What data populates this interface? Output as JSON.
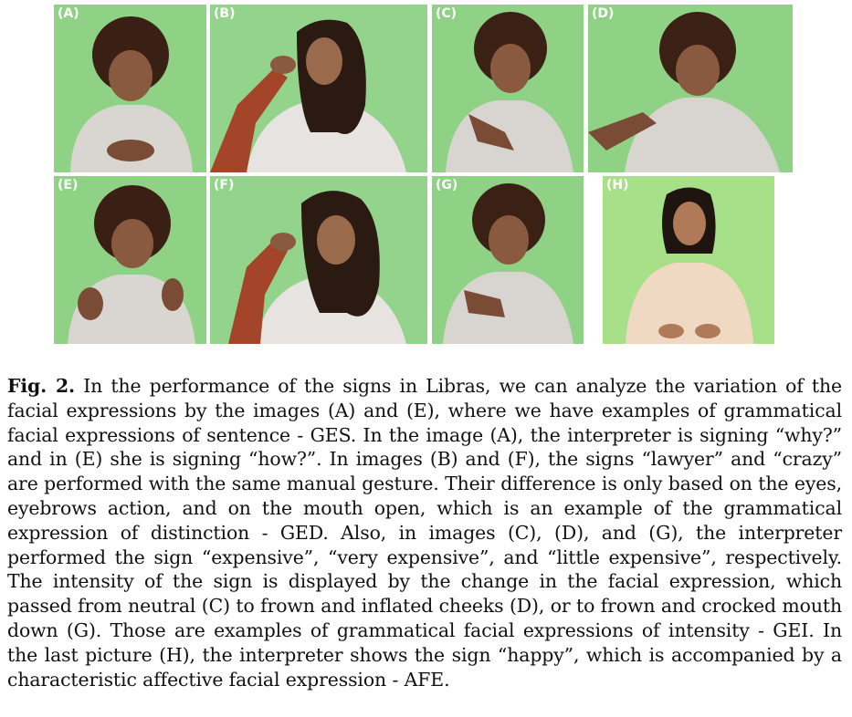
{
  "figure": {
    "panels": [
      {
        "label": "(A)"
      },
      {
        "label": "(B)"
      },
      {
        "label": "(C)"
      },
      {
        "label": "(D)"
      },
      {
        "label": "(E)"
      },
      {
        "label": "(F)"
      },
      {
        "label": "(G)"
      },
      {
        "label": "(H)"
      }
    ]
  },
  "caption": {
    "fig_label": "Fig. 2.",
    "text": "In the performance of the signs in Libras, we can analyze the variation of the facial expressions by the images (A) and (E), where we have examples of grammatical facial expressions of sentence - GES. In the image (A), the interpreter is signing “why?” and in (E) she is signing “how?”. In images (B) and (F), the signs “lawyer” and “crazy” are performed with the same manual gesture. Their difference is only based on the eyes, eyebrows action, and on the mouth open, which is an example of the grammatical expression of distinction - GED. Also, in images (C), (D), and (G), the interpreter performed the sign “expensive”, “very expensive”, and “little expensive”, respectively. The intensity of the sign is displayed by the change in the facial expression, which passed from neutral (C) to frown and inflated cheeks (D), or to frown and crocked mouth down (G). Those are examples of grammatical facial expressions of intensity - GEI. In the last picture (H), the interpreter shows the sign “happy”, which is accompanied by a characteristic affective facial expression - AFE."
  }
}
